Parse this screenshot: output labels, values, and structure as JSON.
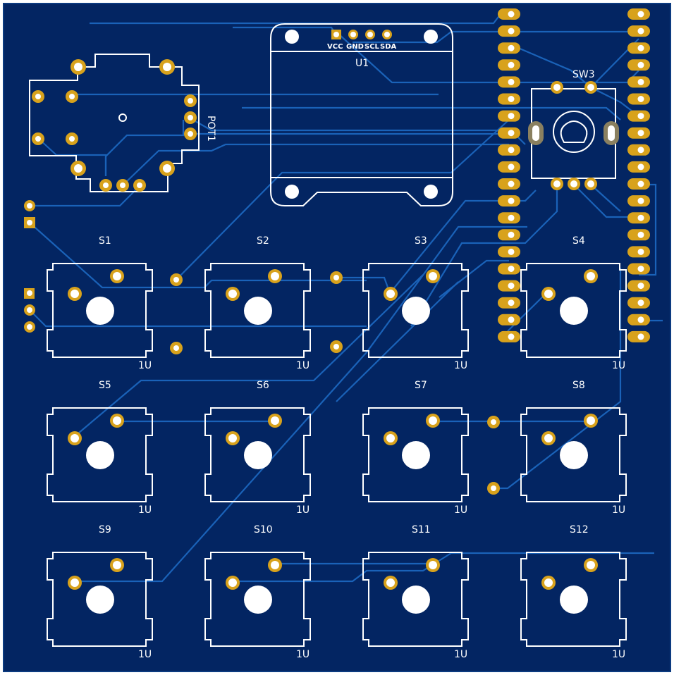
{
  "board": {
    "color": "#032562",
    "trace_color": "#1a62b8",
    "pad_color": "#d8a21c"
  },
  "oled": {
    "ref": "U1",
    "pins": [
      "VCC",
      "GND",
      "SCL",
      "SDA"
    ]
  },
  "pot": {
    "ref": "POT1"
  },
  "encoder": {
    "ref": "SW3"
  },
  "switches": [
    {
      "ref": "S1",
      "size": "1U"
    },
    {
      "ref": "S2",
      "size": "1U"
    },
    {
      "ref": "S3",
      "size": "1U"
    },
    {
      "ref": "S4",
      "size": "1U"
    },
    {
      "ref": "S5",
      "size": "1U"
    },
    {
      "ref": "S6",
      "size": "1U"
    },
    {
      "ref": "S7",
      "size": "1U"
    },
    {
      "ref": "S8",
      "size": "1U"
    },
    {
      "ref": "S9",
      "size": "1U"
    },
    {
      "ref": "S10",
      "size": "1U"
    },
    {
      "ref": "S11",
      "size": "1U"
    },
    {
      "ref": "S12",
      "size": "1U"
    }
  ],
  "mcu_pins_per_side": 20
}
